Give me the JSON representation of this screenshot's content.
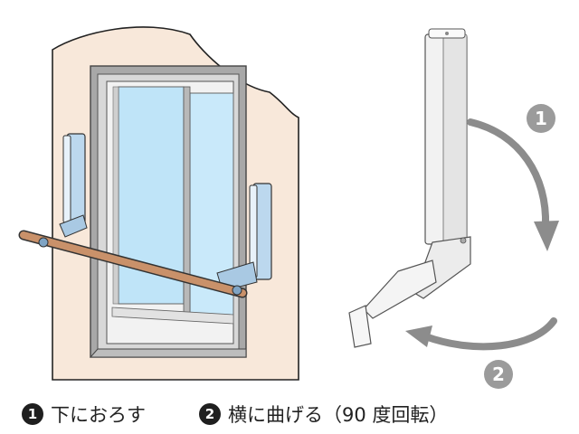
{
  "captions": {
    "step1": {
      "number": "1",
      "text": "下におろす"
    },
    "step2": {
      "number": "2",
      "text": "横に曲げる（90 度回転）"
    }
  },
  "diagram": {
    "step_markers": [
      "1",
      "2"
    ]
  },
  "colors": {
    "wall": "#f8e8da",
    "glass": "#bfe4f8",
    "frame": "#8e8e8e",
    "bracket": "#bcd8ee",
    "pole": "#c9916a",
    "arrow": "#8c8c8c",
    "caption_badge": "#1f1f1f"
  }
}
